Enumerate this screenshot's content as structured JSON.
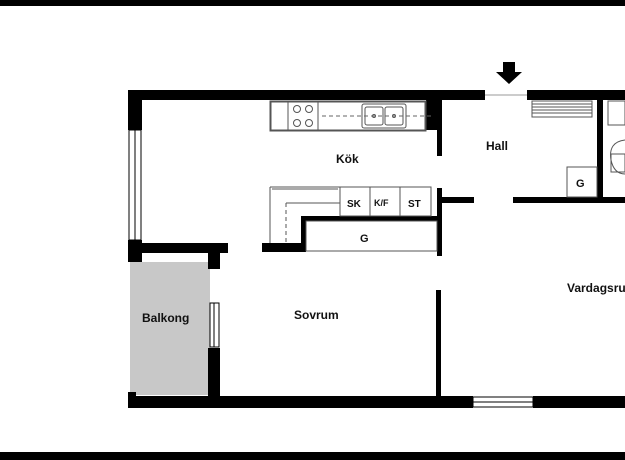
{
  "labels": {
    "kitchen": "Kök",
    "hall": "Hall",
    "bedroom": "Sovrum",
    "balcony": "Balkong",
    "living_room": "Vardagsrum",
    "wardrobe_kitchen": "G",
    "wardrobe_hall": "G",
    "cabinet_sk": "SK",
    "cabinet_kf": "K/F",
    "cabinet_st": "ST"
  },
  "colors": {
    "wall": "#000000",
    "balcony_fill": "#c8c8c8",
    "fixture_line": "#555555"
  },
  "icons": {
    "entrance": "arrow-down-icon",
    "stove": "stove-icon",
    "sink": "sink-icon",
    "toilet": "toilet-icon",
    "radiator": "radiator-icon"
  }
}
